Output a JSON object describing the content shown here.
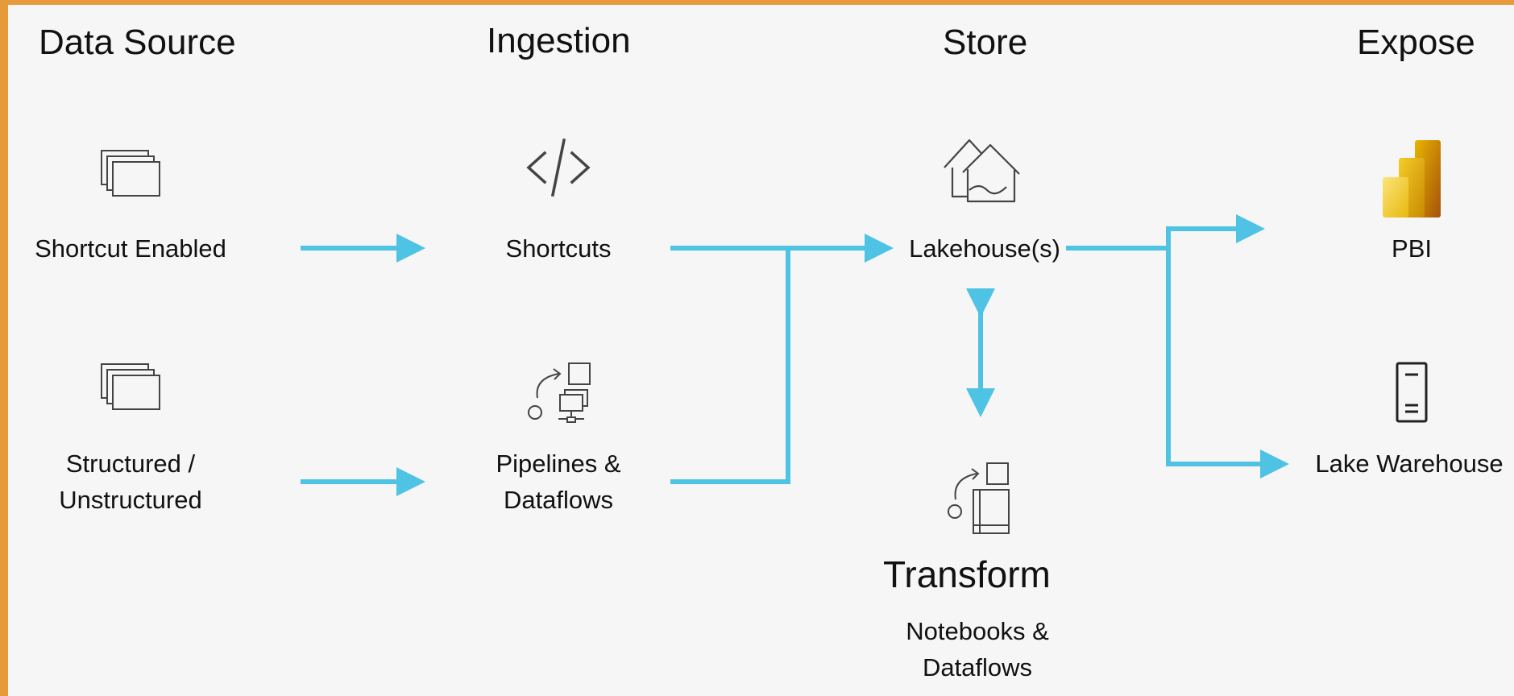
{
  "headers": {
    "data_source": "Data Source",
    "ingestion": "Ingestion",
    "store": "Store",
    "expose": "Expose"
  },
  "nodes": {
    "shortcut_enabled": "Shortcut Enabled",
    "structured_line1": "Structured /",
    "structured_line2": "Unstructured",
    "shortcuts": "Shortcuts",
    "pipelines_line1": "Pipelines &",
    "pipelines_line2": "Dataflows",
    "lakehouse": "Lakehouse(s)",
    "transform_title": "Transform",
    "notebooks_line1": "Notebooks &",
    "notebooks_line2": "Dataflows",
    "pbi": "PBI",
    "lake_warehouse": "Lake Warehouse"
  },
  "colors": {
    "frame": "#e69a3a",
    "arrow": "#4fc3e3",
    "icon_stroke": "#444444",
    "pbi_gold": "#e8b400"
  },
  "icons": {
    "shortcut_enabled": "stacked-windows-icon",
    "structured": "stacked-windows-icon",
    "shortcuts": "code-brackets-icon",
    "pipelines": "pipeline-network-icon",
    "lakehouse": "lakehouse-icon",
    "transform": "notebook-transform-icon",
    "pbi": "power-bi-icon",
    "lake_warehouse": "warehouse-server-icon"
  }
}
